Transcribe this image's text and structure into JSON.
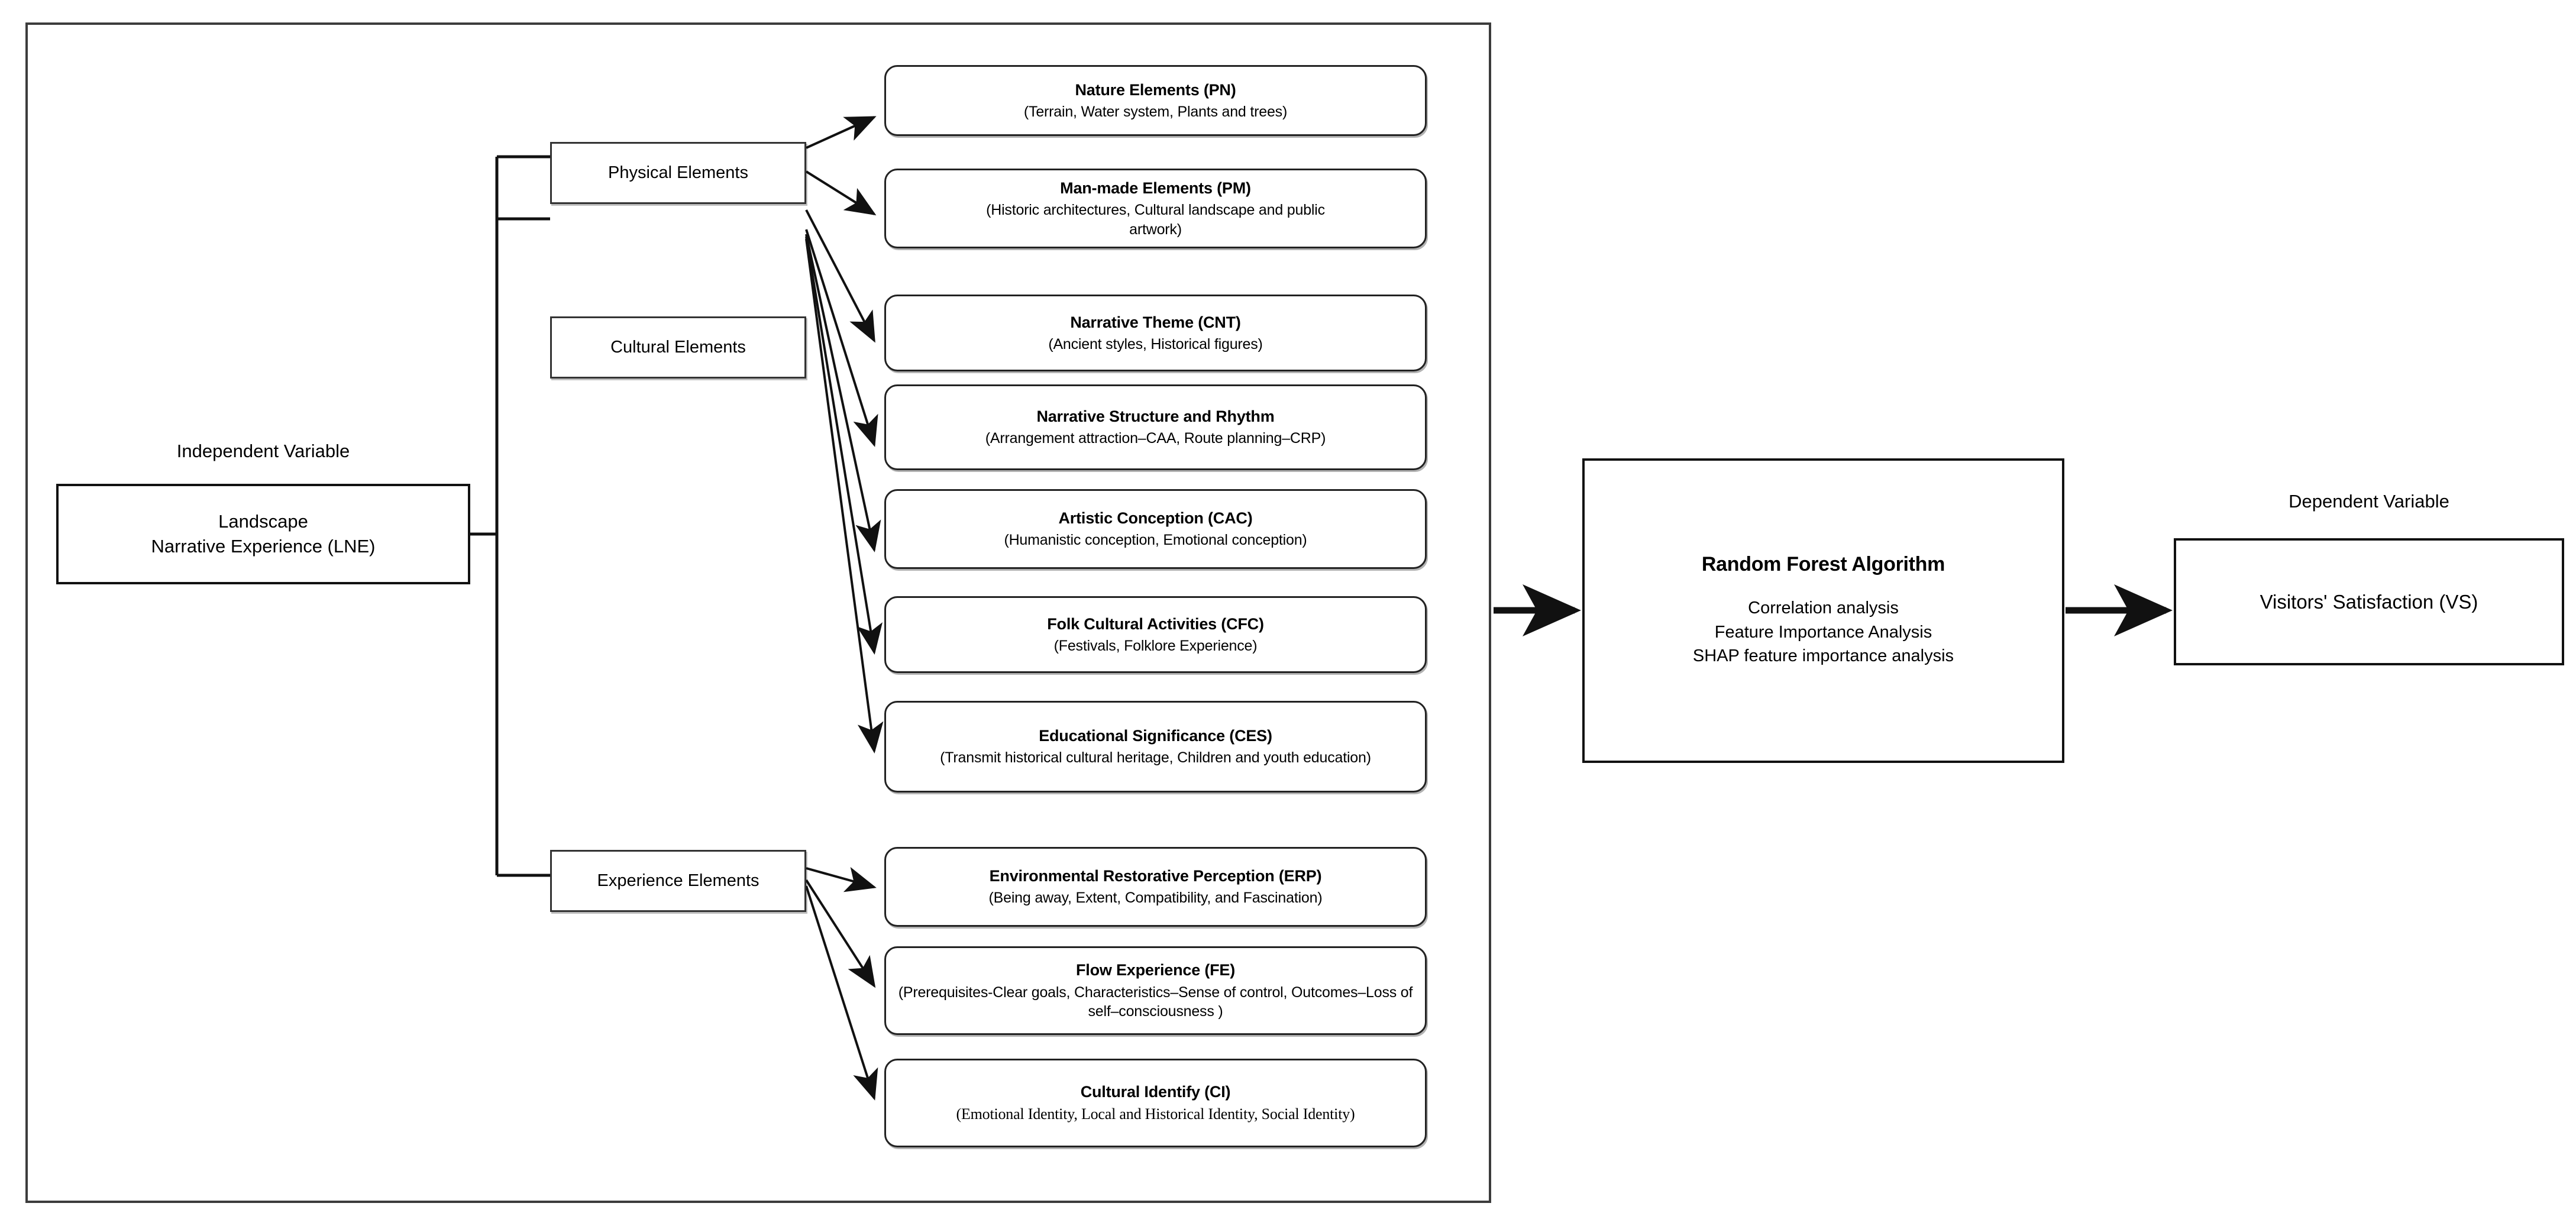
{
  "diagram": {
    "independent": {
      "heading": "Independent Variable",
      "box_line1": "Landscape",
      "box_line2": "Narrative Experience (LNE)"
    },
    "categories": [
      {
        "label": "Physical Elements"
      },
      {
        "label": "Cultural Elements"
      },
      {
        "label": "Experience Elements"
      }
    ],
    "constructs": [
      {
        "title": "Nature Elements (PN)",
        "sub": "(Terrain, Water system, Plants and trees)"
      },
      {
        "title": "Man-made Elements (PM)",
        "sub": "(Historic architectures, Cultural landscape and public artwork)"
      },
      {
        "title": "Narrative Theme (CNT)",
        "sub": "(Ancient styles, Historical figures)"
      },
      {
        "title": "Narrative Structure and Rhythm",
        "sub": "(Arrangement attraction–CAA, Route planning–CRP)"
      },
      {
        "title": "Artistic Conception (CAC)",
        "sub": "(Humanistic conception, Emotional conception)"
      },
      {
        "title": "Folk Cultural Activities (CFC)",
        "sub": "(Festivals, Folklore Experience)"
      },
      {
        "title": "Educational Significance (CES)",
        "sub": "(Transmit historical cultural heritage, Children and youth education)"
      },
      {
        "title": "Environmental Restorative Perception (ERP)",
        "sub": "(Being away, Extent, Compatibility, and Fascination)"
      },
      {
        "title": "Flow Experience (FE)",
        "sub": "(Prerequisites-Clear goals, Characteristics–Sense of control, Outcomes–Loss of self–consciousness )"
      },
      {
        "title": "Cultural Identify (CI)",
        "sub": "(Emotional Identity, Local and Historical Identity, Social Identity)"
      }
    ],
    "model": {
      "title": "Random Forest Algorithm",
      "lines": [
        "Correlation analysis",
        "Feature Importance Analysis",
        "SHAP feature importance analysis"
      ]
    },
    "dependent": {
      "heading": "Dependent Variable",
      "box_label": "Visitors' Satisfaction (VS)"
    },
    "colors": {
      "stroke": "#111111",
      "frame": "#3c3c3c",
      "background": "#ffffff",
      "text": "#000000"
    }
  }
}
